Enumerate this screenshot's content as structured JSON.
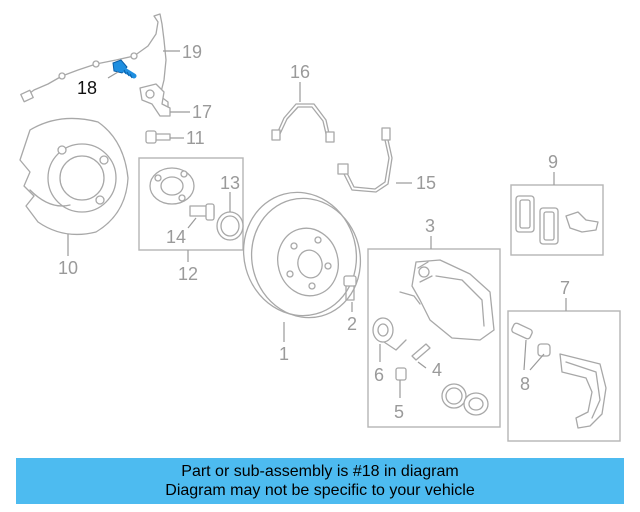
{
  "diagram": {
    "highlighted_part": "18",
    "callouts": [
      "1",
      "2",
      "3",
      "4",
      "5",
      "6",
      "7",
      "8",
      "9",
      "10",
      "11",
      "12",
      "13",
      "14",
      "15",
      "16",
      "17",
      "18",
      "19"
    ]
  },
  "banner": {
    "line1": "Part or sub-assembly is #18 in diagram",
    "line2": "Diagram may not be specific to your vehicle",
    "color": "#4dbbf0"
  },
  "colors": {
    "highlight": "#1f8fe0",
    "linework": "#a8a8a8"
  }
}
